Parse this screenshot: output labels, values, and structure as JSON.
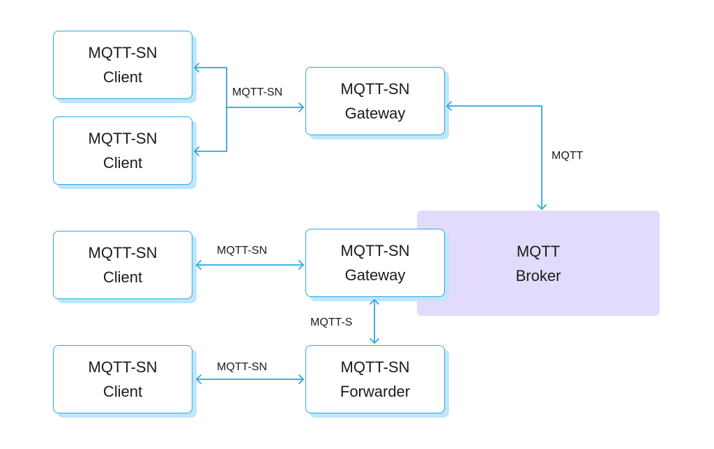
{
  "broker": {
    "line1": "MQTT",
    "line2": "Broker"
  },
  "clients": [
    {
      "line1": "MQTT-SN",
      "line2": "Client"
    },
    {
      "line1": "MQTT-SN",
      "line2": "Client"
    },
    {
      "line1": "MQTT-SN",
      "line2": "Client"
    },
    {
      "line1": "MQTT-SN",
      "line2": "Client"
    }
  ],
  "gateway_top": {
    "line1": "MQTT-SN",
    "line2": "Gateway"
  },
  "gateway_mid": {
    "line1": "MQTT-SN",
    "line2": "Gateway"
  },
  "forwarder": {
    "line1": "MQTT-SN",
    "line2": "Forwarder"
  },
  "edges": {
    "top_clients_gateway": "MQTT-SN",
    "gateway_broker": "MQTT",
    "client3_gateway": "MQTT-SN",
    "gateway_forwarder": "MQTT-S",
    "client4_forwarder": "MQTT-SN"
  },
  "colors": {
    "accent": "#29a8e0",
    "shadow": "#bfe6fb",
    "broker_fill": "#e2dbfb"
  }
}
